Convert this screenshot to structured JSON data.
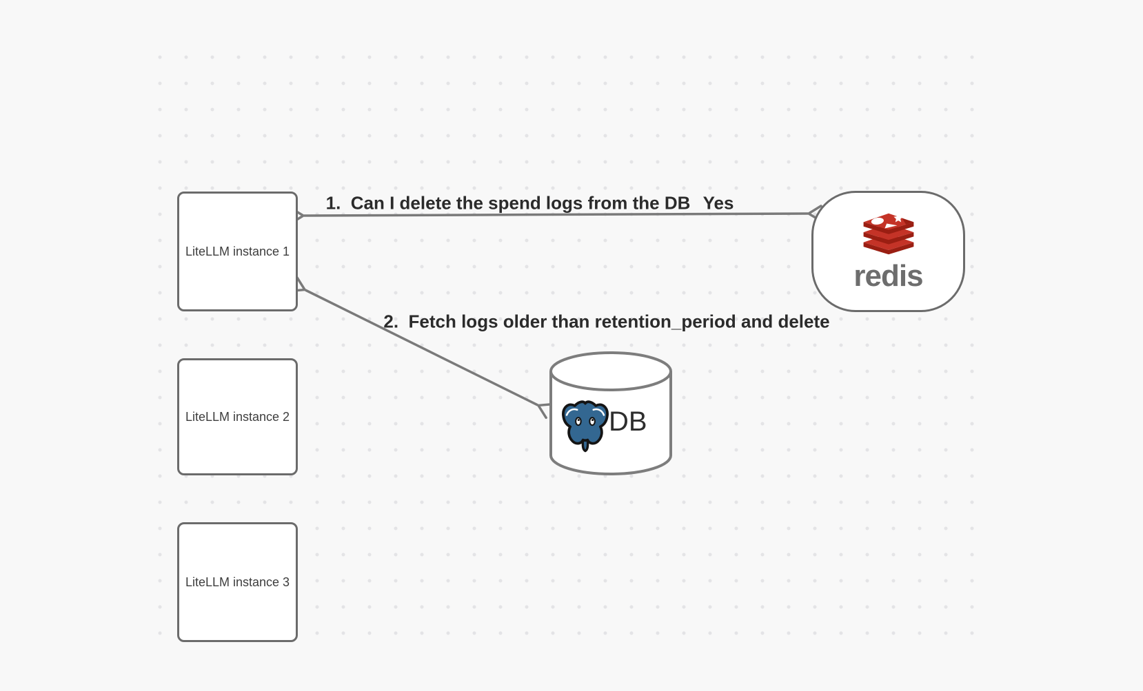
{
  "canvas": {
    "background": "#f8f8f8",
    "dot_color": "#e4e4e6"
  },
  "instances": [
    {
      "label": "LiteLLM instance 1"
    },
    {
      "label": "LiteLLM instance 2"
    },
    {
      "label": "LiteLLM instance 3"
    }
  ],
  "redis_node": {
    "wordmark": "redis",
    "icon": "redis-logo-icon",
    "logo_red": "#c43327",
    "logo_dark_red": "#9a1e12",
    "wordmark_color": "#6d6d6d"
  },
  "db_node": {
    "label": "DB",
    "icon": "postgresql-elephant-icon",
    "postgres_blue": "#336791"
  },
  "arrows": {
    "redis_query": {
      "label": "1.  Can I delete the spend logs from the DB",
      "answer": "Yes"
    },
    "db_action": {
      "label": "2.  Fetch logs older than retention_period and delete"
    }
  }
}
